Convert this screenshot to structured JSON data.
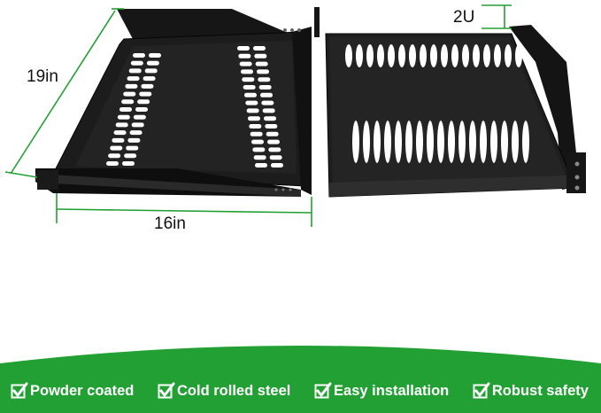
{
  "dimensions": {
    "depth": "19in",
    "width": "16in",
    "height": "2U"
  },
  "features": [
    {
      "label": "Powder coated",
      "icon": "check-icon"
    },
    {
      "label": "Cold rolled steel",
      "icon": "check-icon"
    },
    {
      "label": "Easy installation",
      "icon": "check-icon"
    },
    {
      "label": "Robust safety",
      "icon": "check-icon"
    }
  ],
  "colors": {
    "accent_green": "#22a033",
    "banner_green": "#22a033",
    "shelf_black": "#1a1a1a"
  }
}
